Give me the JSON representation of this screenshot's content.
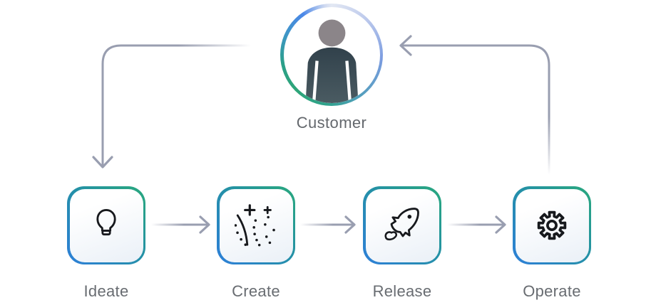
{
  "customer": {
    "label": "Customer",
    "icon": "person-icon"
  },
  "steps": [
    {
      "label": "Ideate",
      "icon": "lightbulb-icon"
    },
    {
      "label": "Create",
      "icon": "sparkles-icon"
    },
    {
      "label": "Release",
      "icon": "rocket-icon"
    },
    {
      "label": "Operate",
      "icon": "gear-icon"
    }
  ],
  "flow": [
    {
      "from": "Customer",
      "to": "Ideate"
    },
    {
      "from": "Ideate",
      "to": "Create"
    },
    {
      "from": "Create",
      "to": "Release"
    },
    {
      "from": "Release",
      "to": "Operate"
    },
    {
      "from": "Operate",
      "to": "Customer"
    }
  ],
  "colors": {
    "node_border_blue": "#2e7fd9",
    "node_border_green": "#29a87c",
    "node_fill": "#eaf0f7",
    "icon_stroke": "#17191d",
    "arrow_gray": "#999eb0",
    "label_gray": "#686c71",
    "person_body": "#31414b",
    "person_head": "#8b8589"
  }
}
